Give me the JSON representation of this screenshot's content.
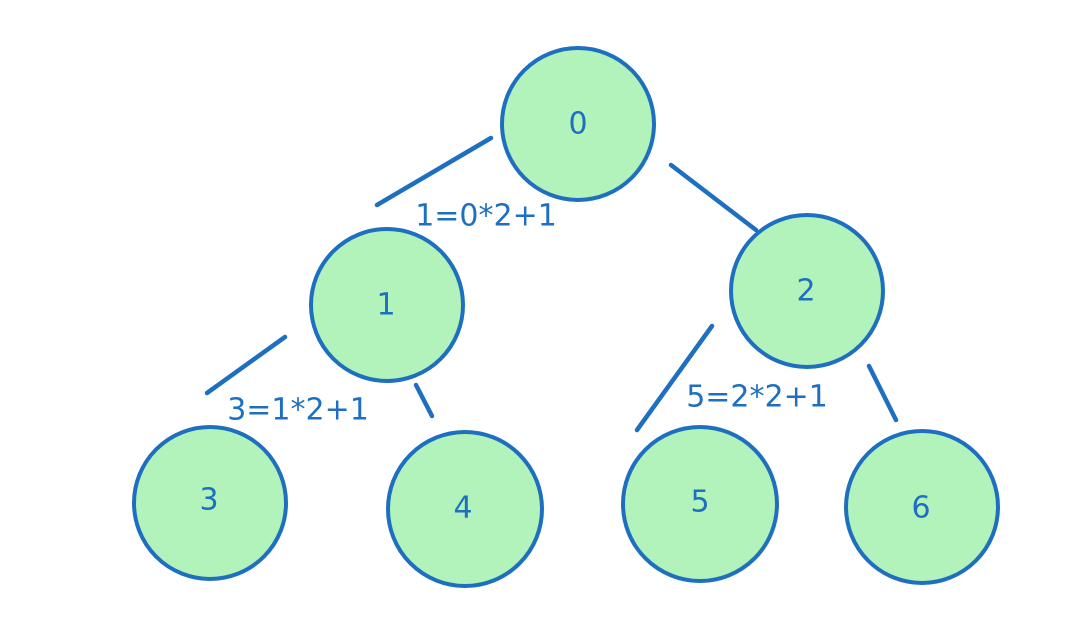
{
  "colors": {
    "node_fill": "#b2f2bb",
    "stroke": "#1e6fc0",
    "background": "#ffffff"
  },
  "nodes": [
    {
      "id": "0",
      "label": "0"
    },
    {
      "id": "1",
      "label": "1"
    },
    {
      "id": "2",
      "label": "2"
    },
    {
      "id": "3",
      "label": "3"
    },
    {
      "id": "4",
      "label": "4"
    },
    {
      "id": "5",
      "label": "5"
    },
    {
      "id": "6",
      "label": "6"
    }
  ],
  "edges": [
    {
      "from": "0",
      "to": "1"
    },
    {
      "from": "0",
      "to": "2"
    },
    {
      "from": "1",
      "to": "3"
    },
    {
      "from": "1",
      "to": "4"
    },
    {
      "from": "2",
      "to": "5"
    },
    {
      "from": "2",
      "to": "6"
    }
  ],
  "annotations": [
    {
      "text": "1=0*2+1"
    },
    {
      "text": "3=1*2+1"
    },
    {
      "text": "5=2*2+1"
    }
  ]
}
